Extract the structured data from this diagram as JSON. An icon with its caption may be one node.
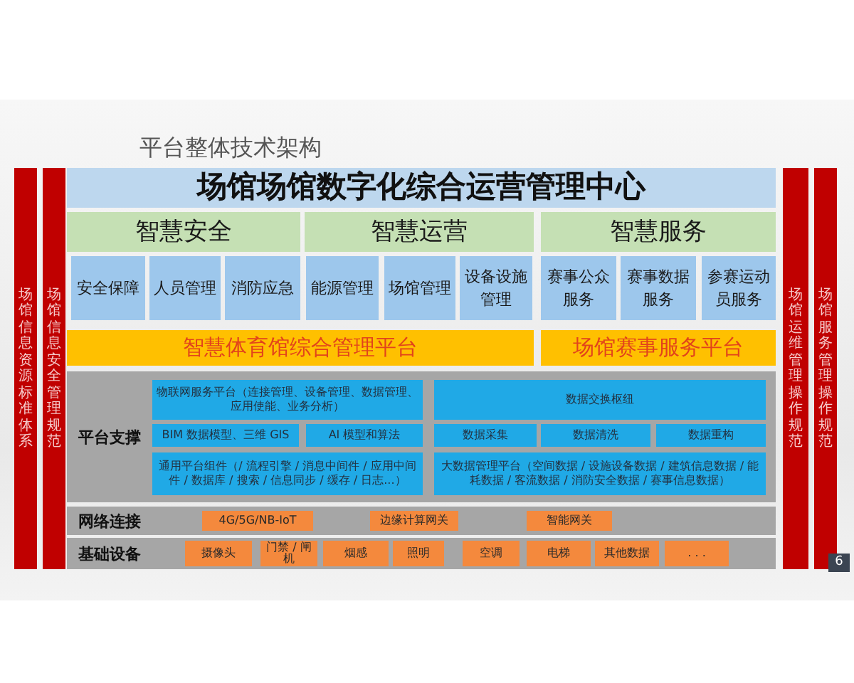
{
  "diagram": {
    "title": "平台整体技术架构",
    "nodes": [
      {
        "text": [
          "场馆信息资源标准体系"
        ]
      },
      {
        "text": [
          "场馆信息安全管理规范"
        ]
      },
      {
        "text": [
          "场馆场馆数字化综合运营管理中心"
        ]
      },
      {
        "text": [
          "智慧安全"
        ]
      },
      {
        "text": [
          "智慧运营"
        ]
      },
      {
        "text": [
          "智慧服务"
        ]
      },
      {
        "text": [
          "安全保障"
        ]
      },
      {
        "text": [
          "人员管理"
        ]
      },
      {
        "text": [
          "消防应急"
        ]
      },
      {
        "text": [
          "能源管理"
        ]
      },
      {
        "text": [
          "场馆管理"
        ]
      },
      {
        "text": [
          "设备设施管理"
        ]
      },
      {
        "text": [
          "赛事公众服务"
        ]
      },
      {
        "text": [
          "赛事数据服务"
        ]
      },
      {
        "text": [
          "参赛运动员服务"
        ]
      },
      {
        "text": [
          "智慧体育馆综合管理平台"
        ]
      },
      {
        "text": [
          "场馆赛事服务平台"
        ]
      },
      {
        "text": [
          "平台支撑"
        ]
      },
      {
        "text": [
          "物联网服务平台（连接管理、设备管理、数据管理、应用使能、业务分析）"
        ],
        "in": 17
      },
      {
        "text": [
          "BIM 数据模型、三维 GIS"
        ],
        "in": 17
      },
      {
        "text": [
          "AI 模型和算法"
        ],
        "in": 17
      },
      {
        "text": [
          "通用平台组件（/ 流程引擎 / 消息中间件 / 应用中间件 / 数据库 / 搜索 / 信息同步 / 缓存 / 日志...）"
        ],
        "in": 17
      },
      {
        "text": [
          "数据交换枢纽"
        ],
        "in": 17
      },
      {
        "text": [
          "数据采集"
        ],
        "in": 17
      },
      {
        "text": [
          "数据清洗"
        ],
        "in": 17
      },
      {
        "text": [
          "数据重构"
        ],
        "in": 17
      },
      {
        "text": [
          "大数据管理平台（空间数据 / 设施设备数据 / 建筑信息数据 / 能耗数据 / 客流数据 / 消防安全数据 / 赛事信息数据）"
        ],
        "in": 17
      },
      {
        "text": [
          "网络连接"
        ]
      },
      {
        "text": [
          "4G/5G/NB-IoT"
        ],
        "in": 27
      },
      {
        "text": [
          "边缘计算网关"
        ],
        "in": 27
      },
      {
        "text": [
          "智能网关"
        ],
        "in": 27
      },
      {
        "text": [
          "基础设备"
        ]
      },
      {
        "text": [
          "摄像头"
        ],
        "in": 31
      },
      {
        "text": [
          "门禁 / 闸机"
        ],
        "in": 31
      },
      {
        "text": [
          "烟感"
        ],
        "in": 31
      },
      {
        "text": [
          "照明"
        ],
        "in": 31
      },
      {
        "text": [
          "空调"
        ],
        "in": 31
      },
      {
        "text": [
          "电梯"
        ],
        "in": 31
      },
      {
        "text": [
          "其他数据"
        ],
        "in": 31
      },
      {
        "text": [
          ". . ."
        ],
        "in": 31
      },
      {
        "text": [
          "场馆运维管理操作规范"
        ]
      },
      {
        "text": [
          "场馆服务管理操作规范"
        ]
      }
    ],
    "labels": [
      "6"
    ]
  }
}
